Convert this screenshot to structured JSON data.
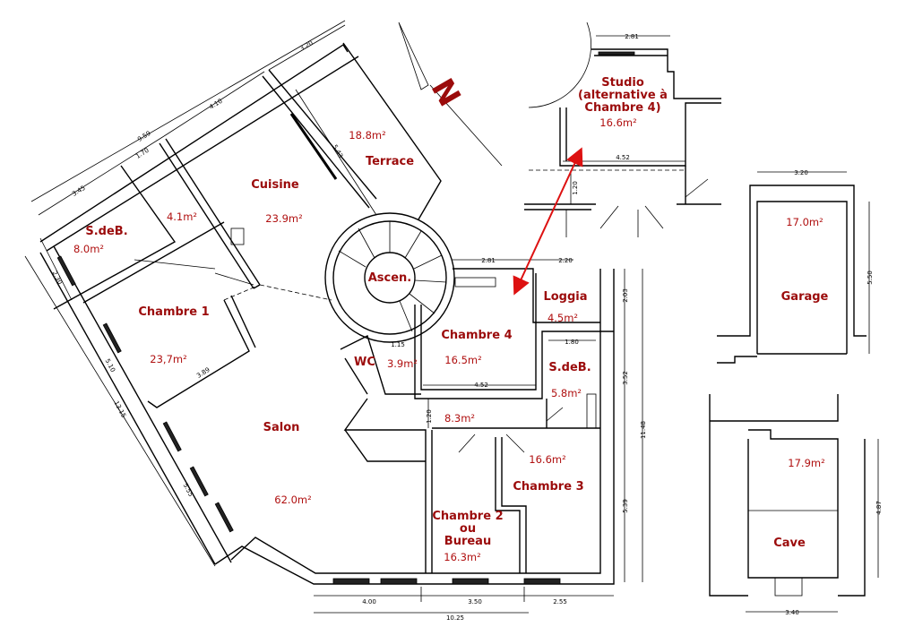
{
  "compass": {
    "label": "N"
  },
  "rooms": {
    "terrace": {
      "name": "Terrace",
      "area": "18.8m²"
    },
    "cuisine": {
      "name": "Cuisine",
      "area": "23.9m²"
    },
    "sdb1": {
      "name": "S.deB.",
      "area": "8.0m²"
    },
    "dressing": {
      "area": "4.1m²"
    },
    "chambre1": {
      "name": "Chambre 1",
      "area": "23,7m²"
    },
    "ascenseur": {
      "name": "Ascen."
    },
    "salon": {
      "name": "Salon",
      "area": "62.0m²"
    },
    "wc": {
      "name": "WC",
      "area": "3.9m²"
    },
    "chambre4": {
      "name": "Chambre 4",
      "area": "16.5m²"
    },
    "loggia": {
      "name": "Loggia",
      "area": "4.5m²"
    },
    "sdb2": {
      "name": "S.deB.",
      "area": "5.8m²"
    },
    "couloir": {
      "area": "8.3m²"
    },
    "chambre3": {
      "name": "Chambre 3",
      "area": "16.6m²"
    },
    "chambre2": {
      "name_line1": "Chambre 2",
      "name_line2": "ou",
      "name_line3": "Bureau",
      "area": "16.3m²"
    },
    "studio": {
      "name_line1": "Studio",
      "name_line2": "(alternative à",
      "name_line3": "Chambre 4)",
      "area": "16.6m²"
    },
    "garage": {
      "name": "Garage",
      "area": "17.0m²"
    },
    "cave": {
      "name": "Cave",
      "area": "17.9m²"
    }
  },
  "dimensions": {
    "top_3_20": "3.20",
    "top_4_10": "4.10",
    "top_9_59": "9.59",
    "top_1_70": "1.70",
    "top_3_45": "3.45",
    "terrace_5_43": "5.43",
    "left_2_30": "2.30",
    "left_5_10": "5.10",
    "left_13_15": "13.15",
    "left_5_55": "5.55",
    "chambre1_3_89": "3.89",
    "wc_1_15": "1.15",
    "ch4_2_81": "2.81",
    "loggia_2_20": "2.20",
    "ch4_4_52": "4.52",
    "sdb_1_80": "1.80",
    "corr_1_20": "1.20",
    "right_2_03": "2.03",
    "right_3_52": "3.52",
    "right_11_48": "11.48",
    "right_5_39": "5.39",
    "bot_4_00": "4.00",
    "bot_3_50": "3.50",
    "bot_2_55": "2.55",
    "bot_10_25": "10.25",
    "studio_2_81": "2.81",
    "studio_4_52": "4.52",
    "studio_1_20": "1.20",
    "garage_3_20": "3.20",
    "garage_5_50": "5.50",
    "cave_4_87": "4.87",
    "cave_3_40": "3.40"
  },
  "colors": {
    "label": "#9b0b0b",
    "arrow": "#dd1111"
  }
}
